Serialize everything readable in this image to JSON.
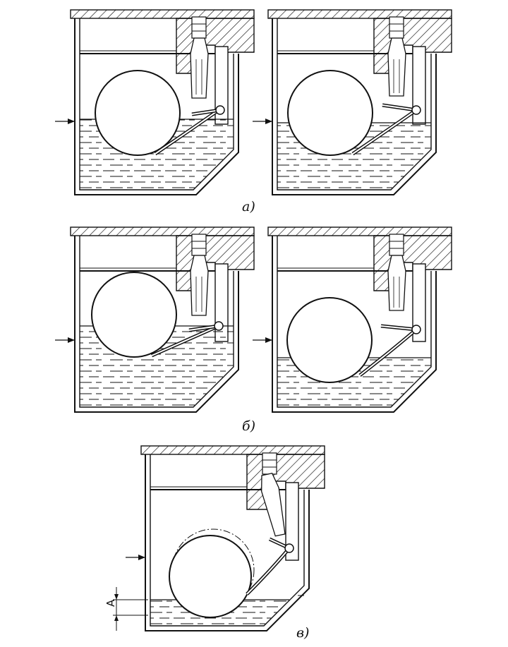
{
  "figure": {
    "labels": {
      "a": "а)",
      "b": "б)",
      "v": "в)"
    },
    "dimension_label": "А"
  },
  "panels": [
    {
      "id": "a-left",
      "group": "a",
      "water": "high",
      "float": "raised",
      "valve": "closed"
    },
    {
      "id": "a-right",
      "group": "a",
      "water": "high",
      "float": "raised",
      "valve": "closed"
    },
    {
      "id": "b-left",
      "group": "b",
      "water": "high",
      "float": "raised",
      "valve": "closed"
    },
    {
      "id": "b-right",
      "group": "b",
      "water": "low",
      "float": "lowered",
      "valve": "open"
    },
    {
      "id": "v",
      "group": "v",
      "water": "minimal",
      "float": "lowered",
      "valve": "open"
    }
  ],
  "colors": {
    "ink": "#111111",
    "background": "#ffffff"
  }
}
